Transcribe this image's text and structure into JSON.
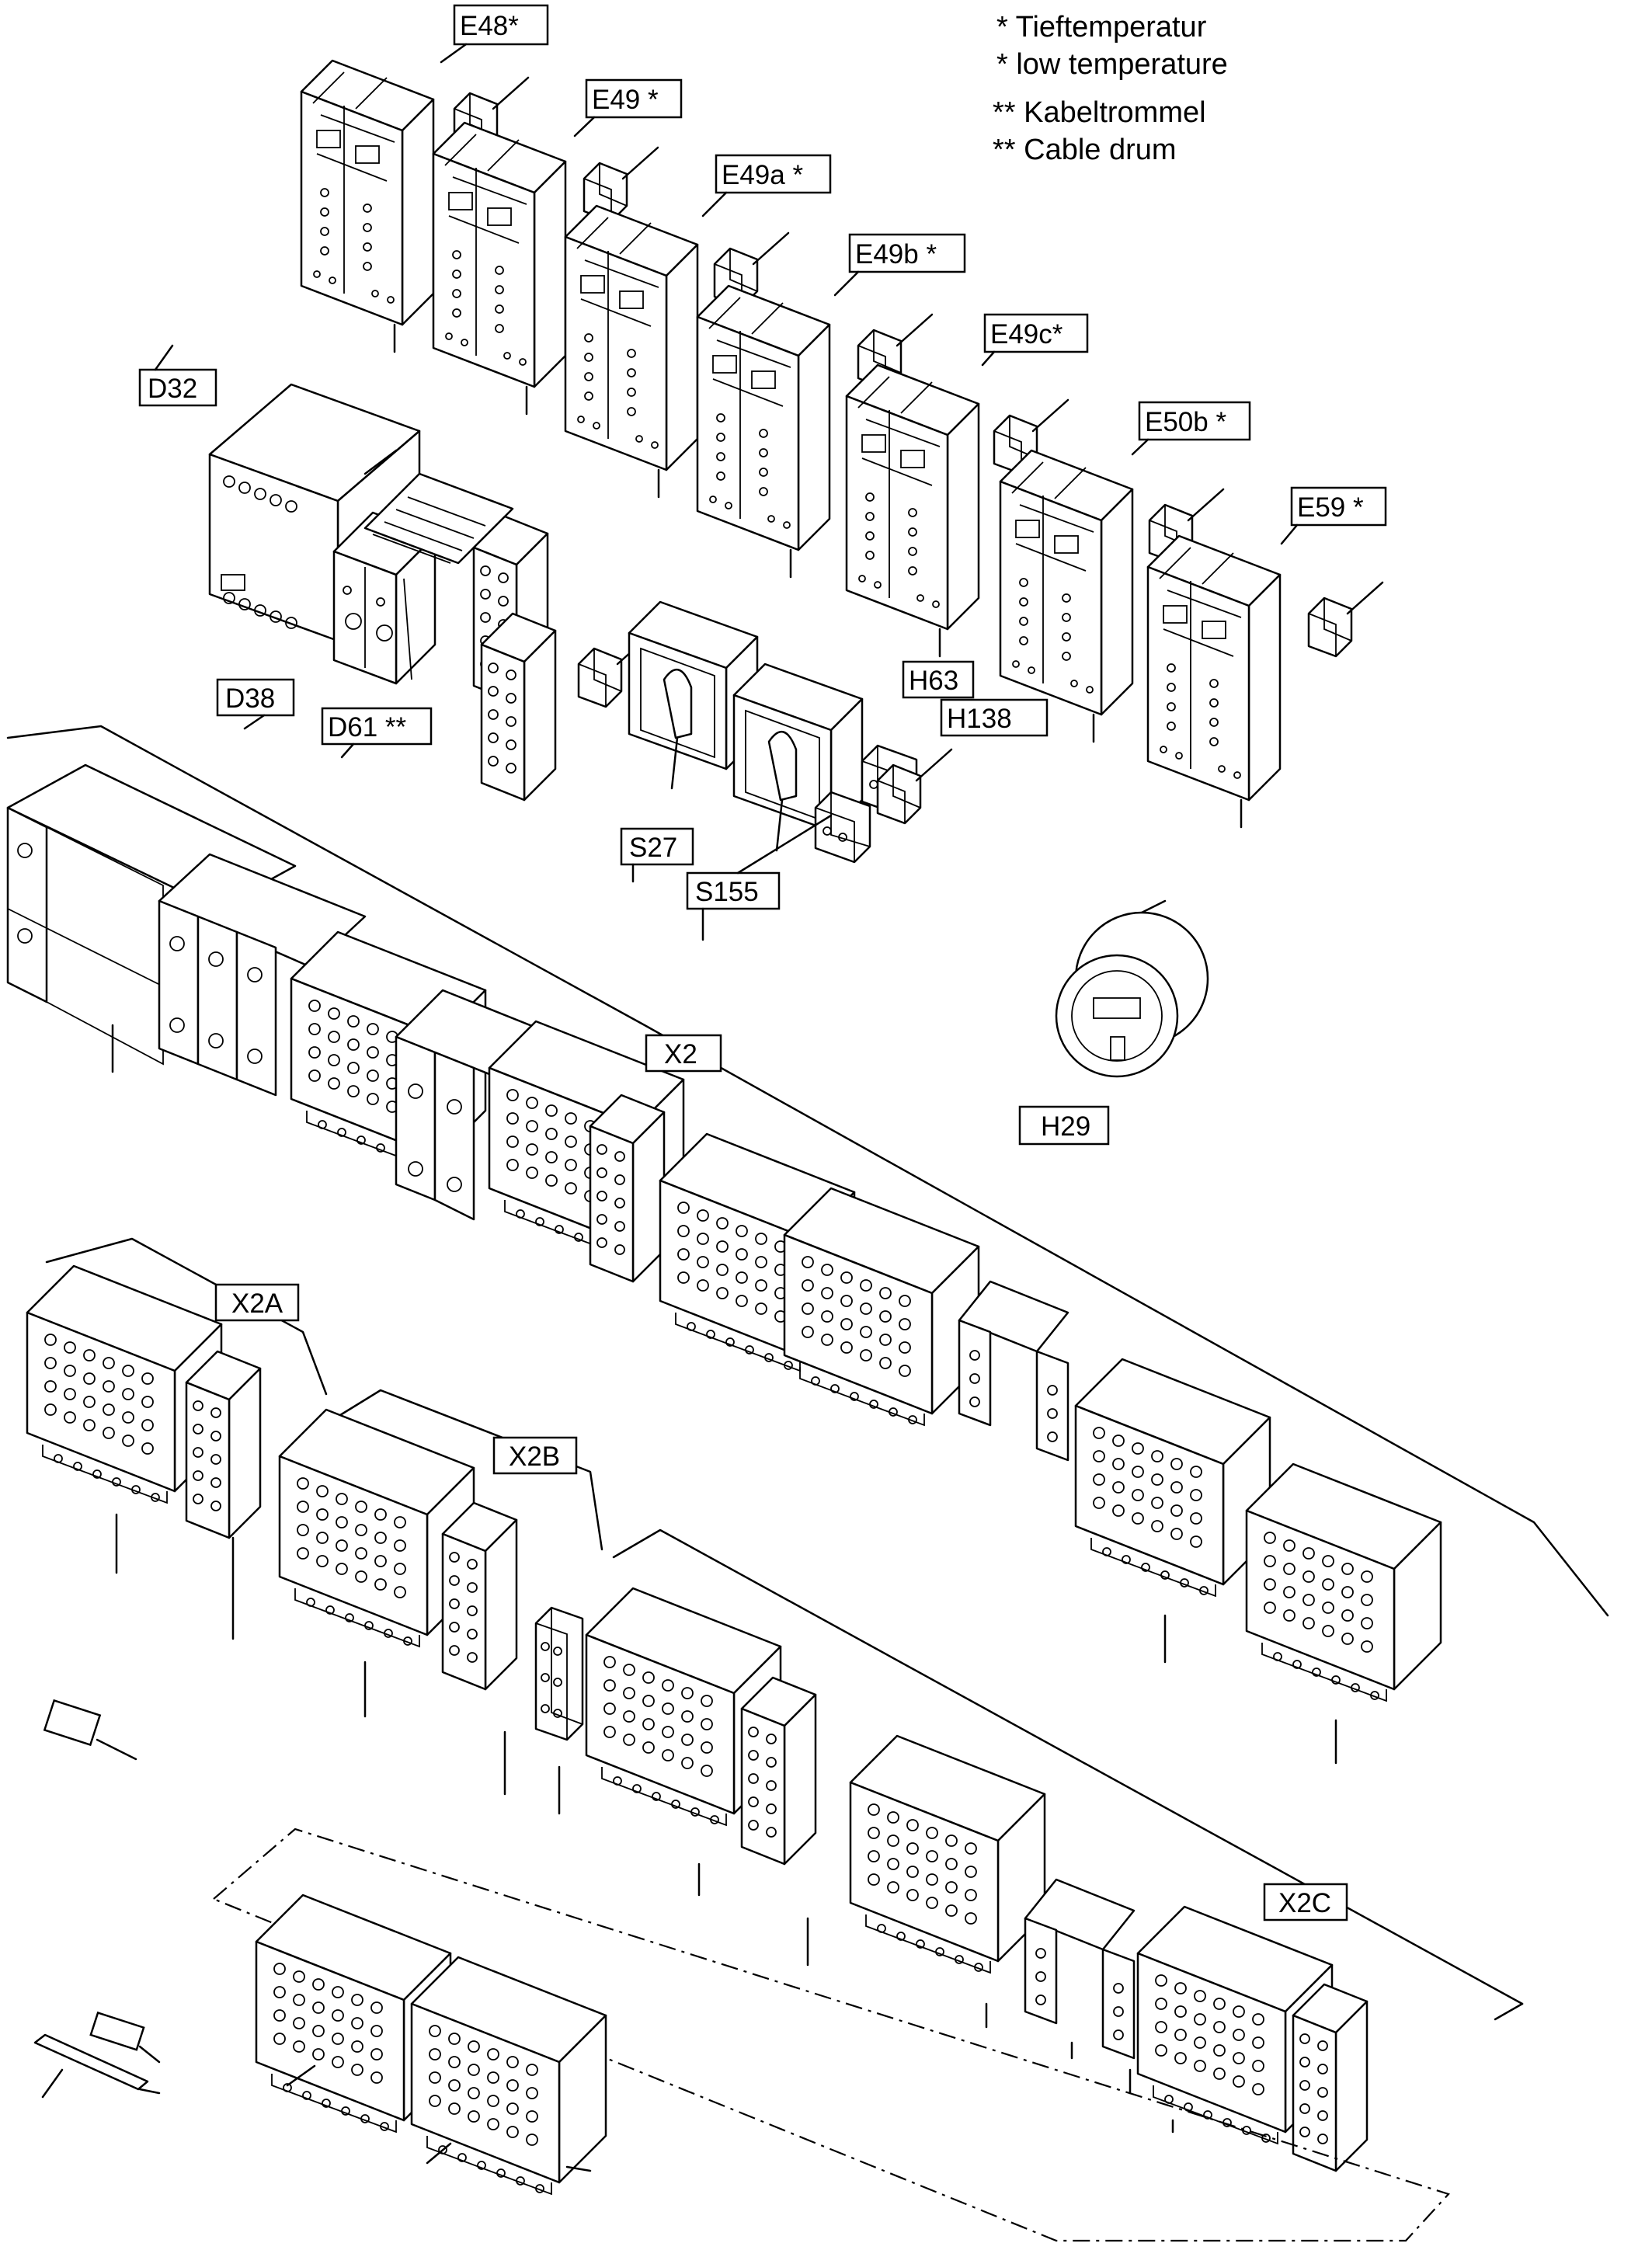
{
  "notes": [
    "* Tieftemperatur",
    "* low temperature",
    "** Kabeltrommel",
    "** Cable drum"
  ],
  "labels": {
    "E48": "E48*",
    "E49": "E49 *",
    "E49a": "E49a *",
    "E49b": "E49b *",
    "E49c": "E49c*",
    "E50b": "E50b *",
    "E59": "E59 *",
    "D32": "D32",
    "D38": "D38",
    "D61": "D61 **",
    "S27": "S27",
    "S155": "S155",
    "H63": "H63",
    "H138": "H138",
    "H29": "H29",
    "X2": "X2",
    "X2A": "X2A",
    "X2B": "X2B",
    "X2C": "X2C"
  }
}
